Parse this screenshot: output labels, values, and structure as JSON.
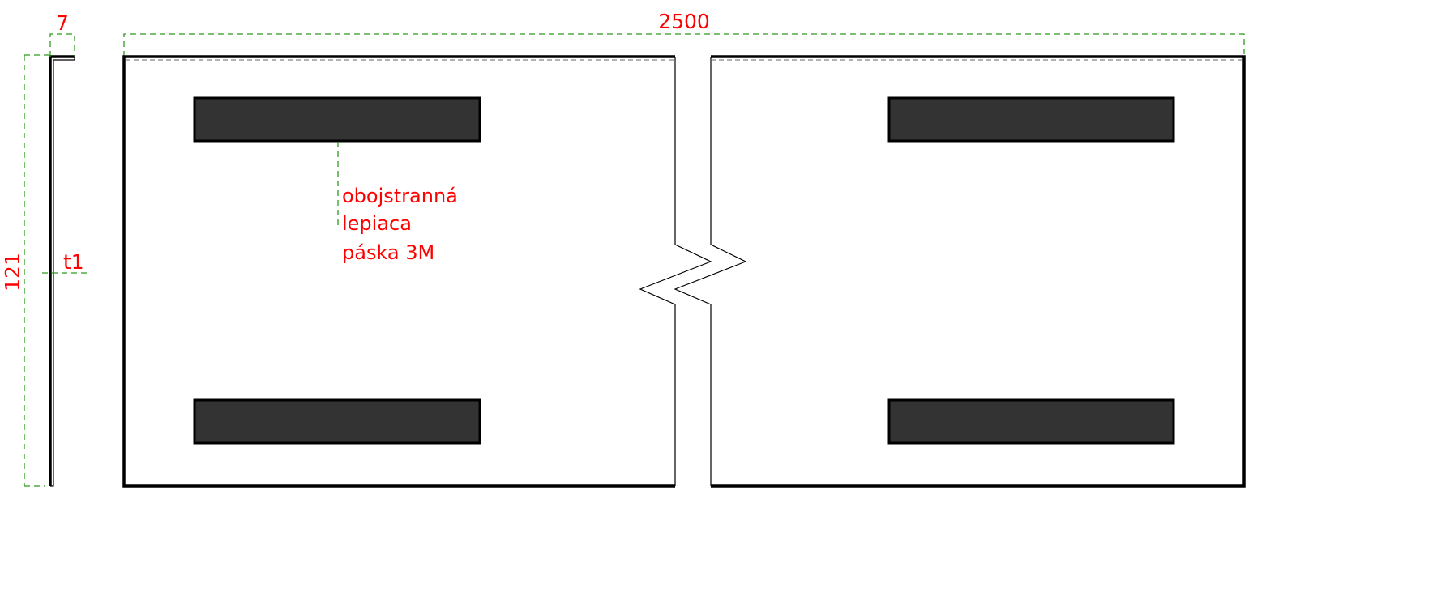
{
  "dimensions": {
    "flange_width": "7",
    "height": "121",
    "thickness": "t1",
    "length": "2500"
  },
  "annotation": {
    "lines": [
      "obojstranná",
      "lepiaca",
      "páska 3M"
    ]
  },
  "colors": {
    "dimension_text": "#ff0000",
    "dimension_line": "#2e9a1e",
    "tape_fill": "#333333"
  }
}
